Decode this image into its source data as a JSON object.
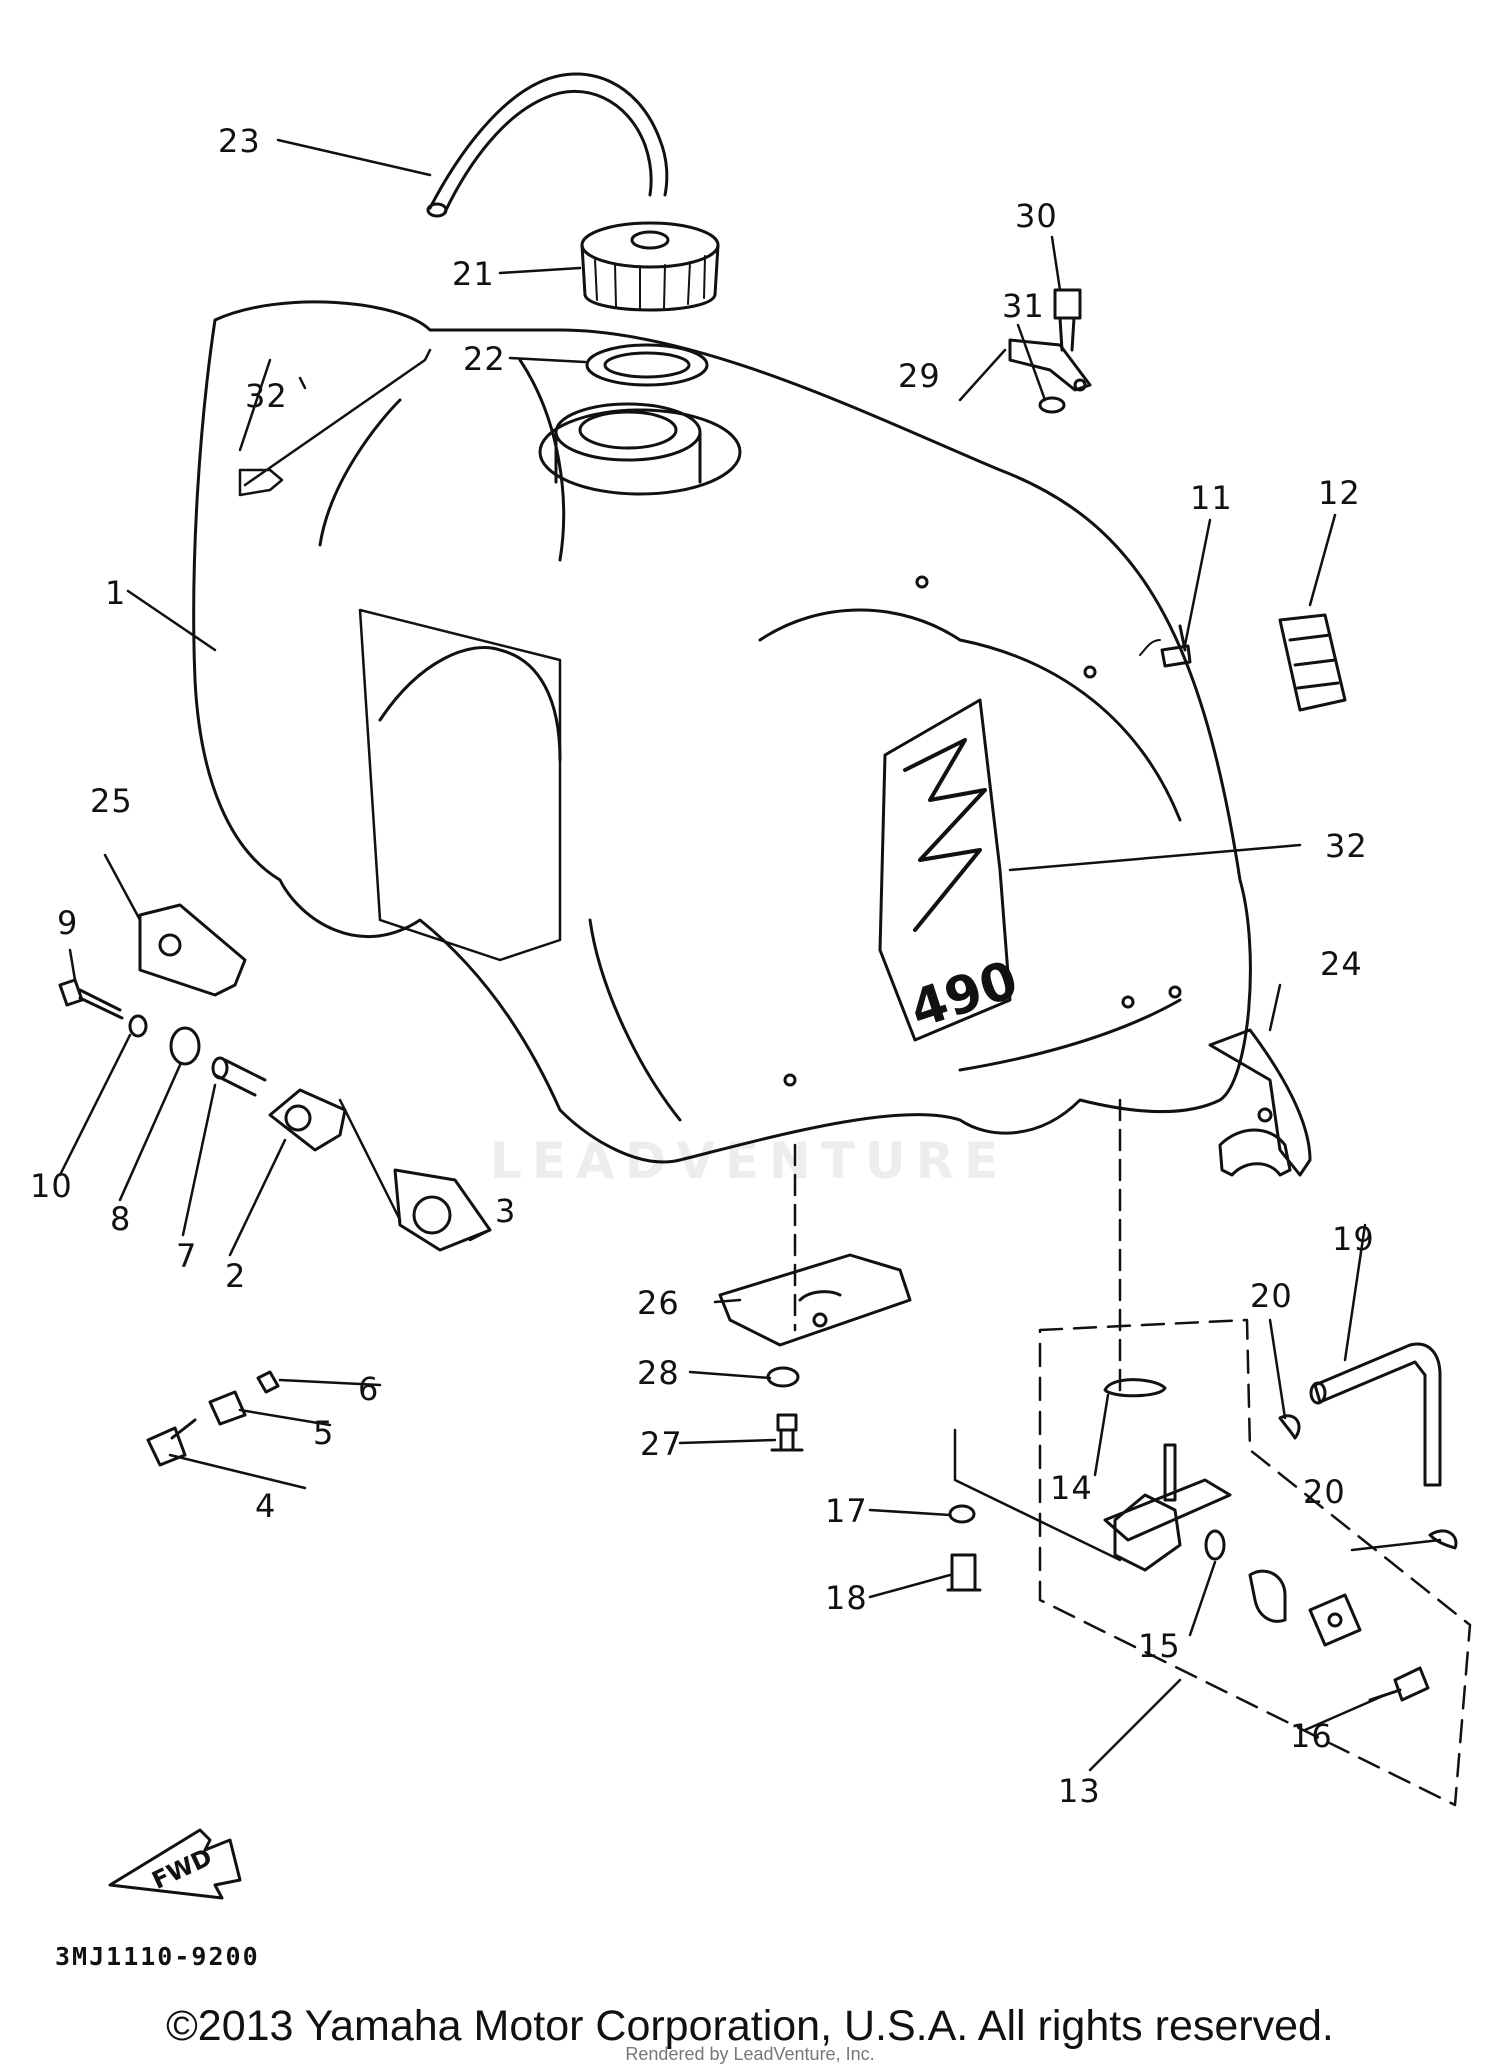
{
  "diagram": {
    "parts": [
      {
        "id": "p1",
        "label": "1"
      },
      {
        "id": "p2",
        "label": "2"
      },
      {
        "id": "p3",
        "label": "3"
      },
      {
        "id": "p4",
        "label": "4"
      },
      {
        "id": "p5",
        "label": "5"
      },
      {
        "id": "p6",
        "label": "6"
      },
      {
        "id": "p7",
        "label": "7"
      },
      {
        "id": "p8",
        "label": "8"
      },
      {
        "id": "p9",
        "label": "9"
      },
      {
        "id": "p10",
        "label": "10"
      },
      {
        "id": "p11",
        "label": "11"
      },
      {
        "id": "p12",
        "label": "12"
      },
      {
        "id": "p13",
        "label": "13"
      },
      {
        "id": "p14",
        "label": "14"
      },
      {
        "id": "p15",
        "label": "15"
      },
      {
        "id": "p16",
        "label": "16"
      },
      {
        "id": "p17",
        "label": "17"
      },
      {
        "id": "p18",
        "label": "18"
      },
      {
        "id": "p19",
        "label": "19"
      },
      {
        "id": "p20a",
        "label": "20"
      },
      {
        "id": "p20b",
        "label": "20"
      },
      {
        "id": "p21",
        "label": "21"
      },
      {
        "id": "p22",
        "label": "22"
      },
      {
        "id": "p23",
        "label": "23"
      },
      {
        "id": "p24",
        "label": "24"
      },
      {
        "id": "p25",
        "label": "25"
      },
      {
        "id": "p26",
        "label": "26"
      },
      {
        "id": "p27",
        "label": "27"
      },
      {
        "id": "p28",
        "label": "28"
      },
      {
        "id": "p29",
        "label": "29"
      },
      {
        "id": "p30",
        "label": "30"
      },
      {
        "id": "p31",
        "label": "31"
      },
      {
        "id": "p32a",
        "label": "32"
      },
      {
        "id": "p32b",
        "label": "32"
      }
    ],
    "fwd_label": "FWD",
    "tank_decal_text": "490",
    "diagram_code": "3MJ1110-9200",
    "watermark": "LEADVENTURE"
  },
  "footer": {
    "copyright": "©2013 Yamaha Motor Corporation, U.S.A. All rights reserved.",
    "rendered_by": "Rendered by LeadVenture, Inc."
  }
}
